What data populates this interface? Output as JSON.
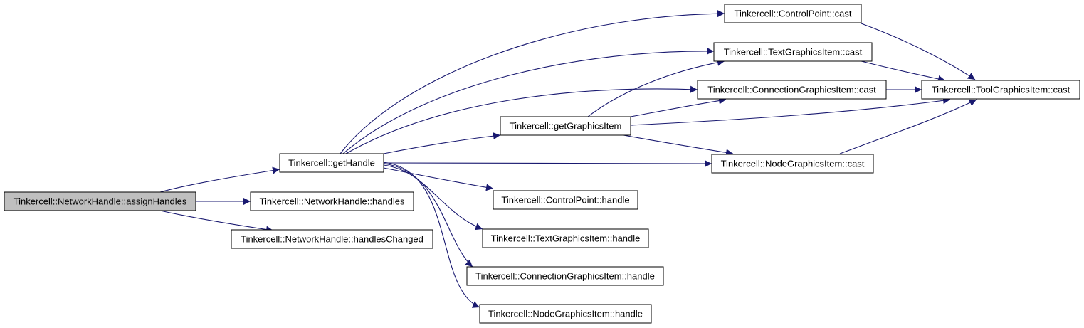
{
  "colors": {
    "edge": "#191970",
    "root_fill": "#bfbfbf",
    "node_fill": "#ffffff",
    "border": "#000000"
  },
  "nodes": {
    "assign_handles": "Tinkercell::NetworkHandle::assignHandles",
    "get_handle": "Tinkercell::getHandle",
    "network_handles": "Tinkercell::NetworkHandle::handles",
    "network_handles_changed": "Tinkercell::NetworkHandle::handlesChanged",
    "get_graphics_item": "Tinkercell::getGraphicsItem",
    "control_point_handle": "Tinkercell::ControlPoint::handle",
    "text_item_handle": "Tinkercell::TextGraphicsItem::handle",
    "connection_item_handle": "Tinkercell::ConnectionGraphicsItem::handle",
    "node_item_handle": "Tinkercell::NodeGraphicsItem::handle",
    "control_point_cast": "Tinkercell::ControlPoint::cast",
    "text_item_cast": "Tinkercell::TextGraphicsItem::cast",
    "connection_item_cast": "Tinkercell::ConnectionGraphicsItem::cast",
    "node_item_cast": "Tinkercell::NodeGraphicsItem::cast",
    "tool_item_cast": "Tinkercell::ToolGraphicsItem::cast"
  }
}
